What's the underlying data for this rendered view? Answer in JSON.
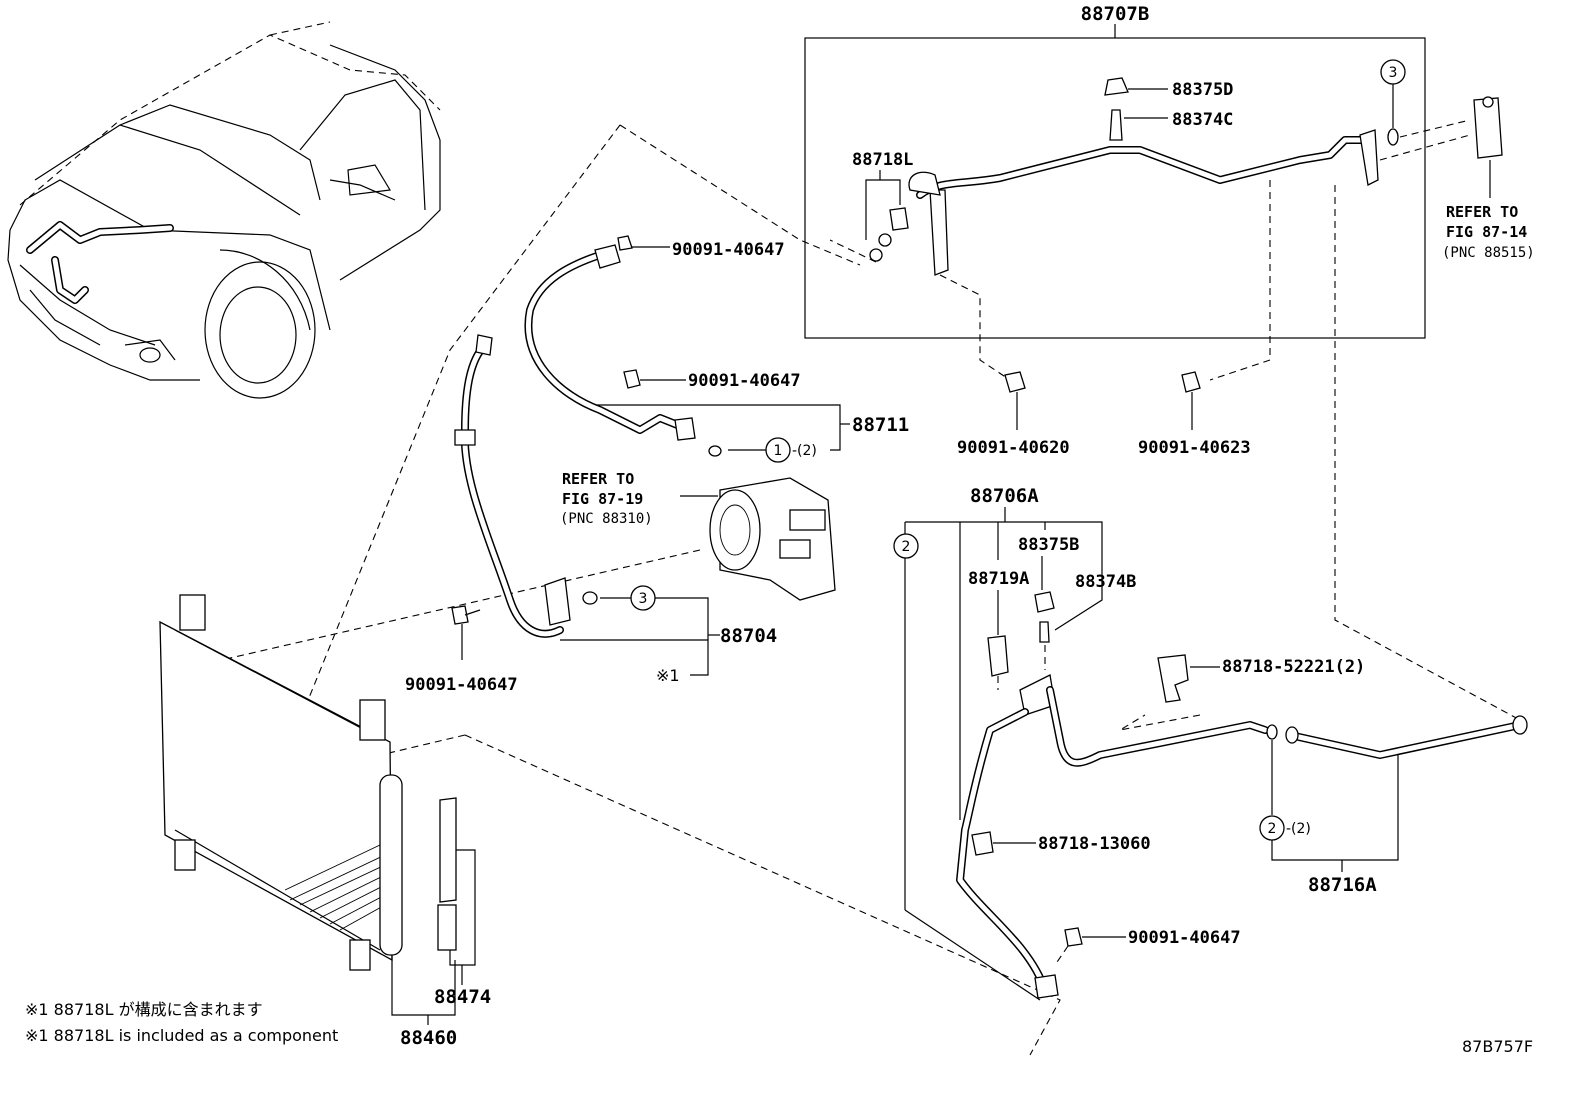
{
  "diagram": {
    "figure_code": "87B757F",
    "labels": {
      "p88707B": "88707B",
      "p88375D": "88375D",
      "p88374C": "88374C",
      "p88718L": "88718L",
      "p90091_40647_top": "90091-40647",
      "p90091_40647_b": "90091-40647",
      "p88711": "88711",
      "p90091_40620": "90091-40620",
      "p90091_40623": "90091-40623",
      "p88704": "88704",
      "p90091_40647_left": "90091-40647",
      "p88706A": "88706A",
      "p88375B": "88375B",
      "p88719A": "88719A",
      "p88374B": "88374B",
      "p88718_52221": "88718-52221(2)",
      "p88718_13060": "88718-13060",
      "p88716A": "88716A",
      "p90091_40647_bottom": "90091-40647",
      "p88474": "88474",
      "p88460": "88460"
    },
    "refer_right": {
      "line1": "REFER TO",
      "line2": "FIG 87-14",
      "line3": "(PNC 88515)"
    },
    "refer_compressor": {
      "line1": "REFER TO",
      "line2": "FIG 87-19",
      "line3": "(PNC 88310)"
    },
    "callouts": {
      "c1": "1",
      "c1_qty": "-(2)",
      "c2_left": "2",
      "c2_right": "2",
      "c2_qty": "-(2)",
      "c3_top": "3",
      "c3_mid": "3",
      "star1": "※1"
    },
    "notes": {
      "jp": "※1 88718L が構成に含まれます",
      "en": "※1 88718L  is included as a component"
    }
  }
}
